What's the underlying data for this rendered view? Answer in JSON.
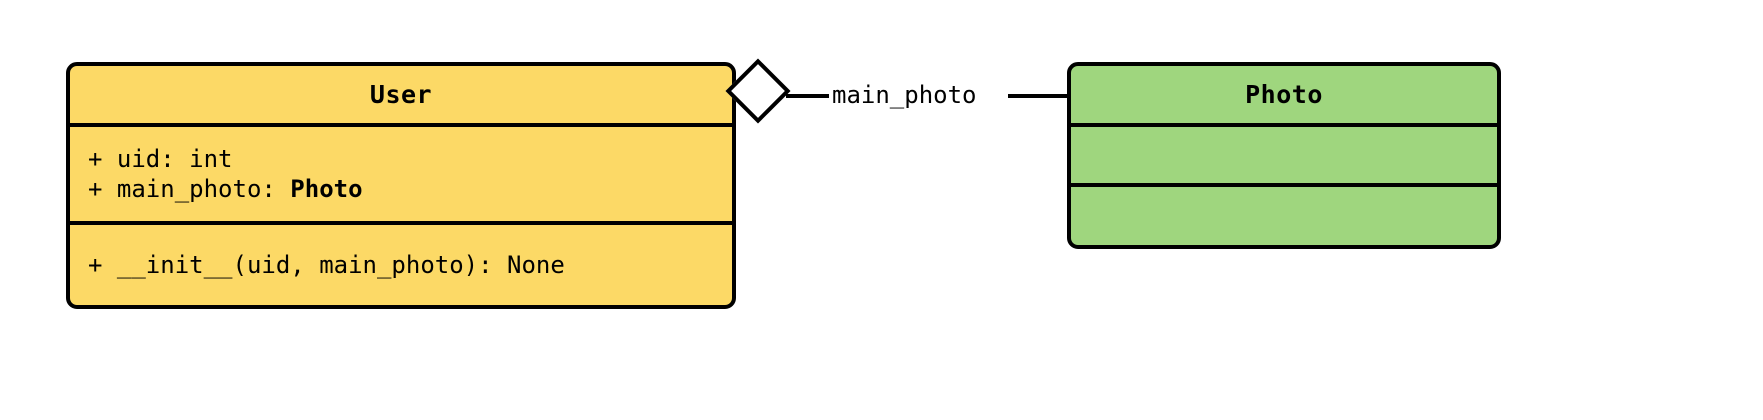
{
  "diagram": {
    "type": "uml-class-diagram",
    "background_color": "#FFFFFF",
    "classes": [
      {
        "id": "user",
        "name": "User",
        "fill_color": "#FCD966",
        "border_color": "#000000",
        "attributes": [
          {
            "visibility": "+",
            "text": "+ uid: int",
            "name": "uid",
            "type": "int",
            "type_is_bold": false
          },
          {
            "visibility": "+",
            "text": "+ main_photo: ",
            "name": "main_photo",
            "type": "Photo",
            "type_is_bold": true
          }
        ],
        "methods": [
          {
            "visibility": "+",
            "text": "+ __init__(uid, main_photo): None",
            "name": "__init__",
            "params": "uid, main_photo",
            "returns": "None"
          }
        ]
      },
      {
        "id": "photo",
        "name": "Photo",
        "fill_color": "#9FD67E",
        "border_color": "#000000",
        "attributes": [],
        "methods": []
      }
    ],
    "relationships": [
      {
        "id": "user-has-photo",
        "kind": "aggregation",
        "source": "User",
        "target": "Photo",
        "label": "main_photo",
        "diamond_fill": "#FFFFFF",
        "diamond_end": "source"
      }
    ]
  }
}
